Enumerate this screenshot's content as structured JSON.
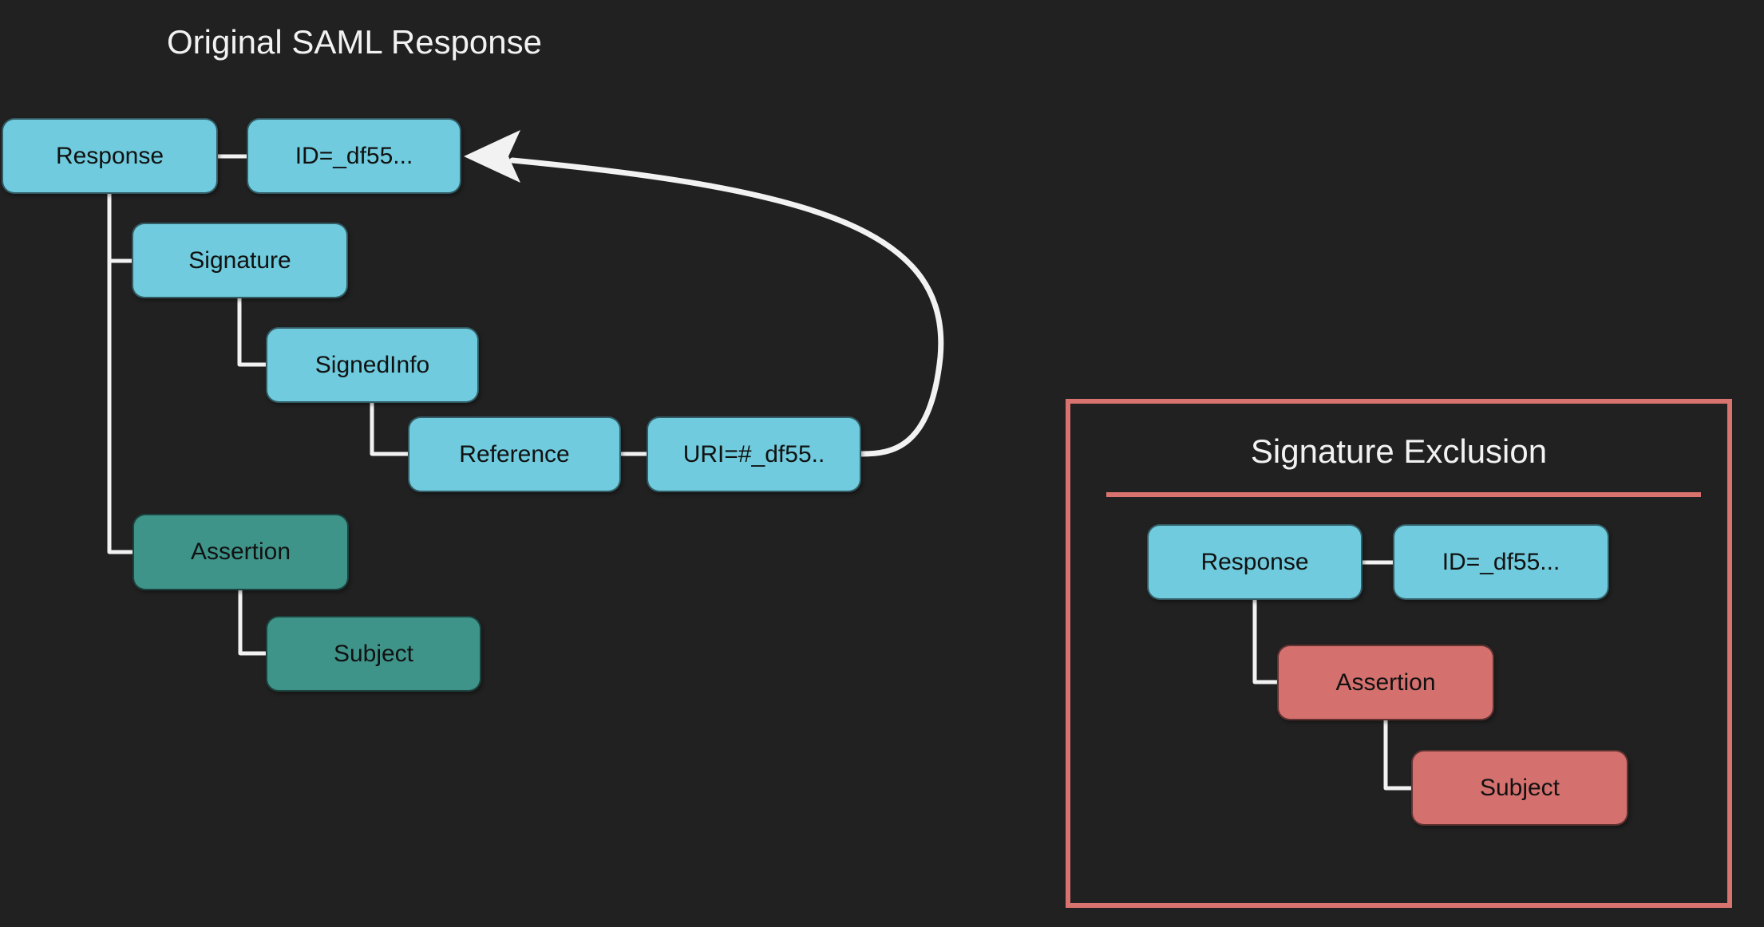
{
  "colors": {
    "bg": "#212121",
    "cyan": "#6fcbdd",
    "green": "#3f948a",
    "red": "#d4716e",
    "accent": "#d9736f",
    "line": "#f2f2f2",
    "title_text": "#f2f2f2",
    "box_text": "#111111"
  },
  "left": {
    "title": "Original SAML Response",
    "nodes": {
      "response": "Response",
      "id_attr": "ID=_df55...",
      "signature": "Signature",
      "signedinfo": "SignedInfo",
      "reference": "Reference",
      "uri_attr": "URI=#_df55..",
      "assertion": "Assertion",
      "subject": "Subject"
    }
  },
  "exclusion": {
    "title": "Signature Exclusion",
    "nodes": {
      "response": "Response",
      "id_attr": "ID=_df55...",
      "assertion": "Assertion",
      "subject": "Subject"
    }
  }
}
